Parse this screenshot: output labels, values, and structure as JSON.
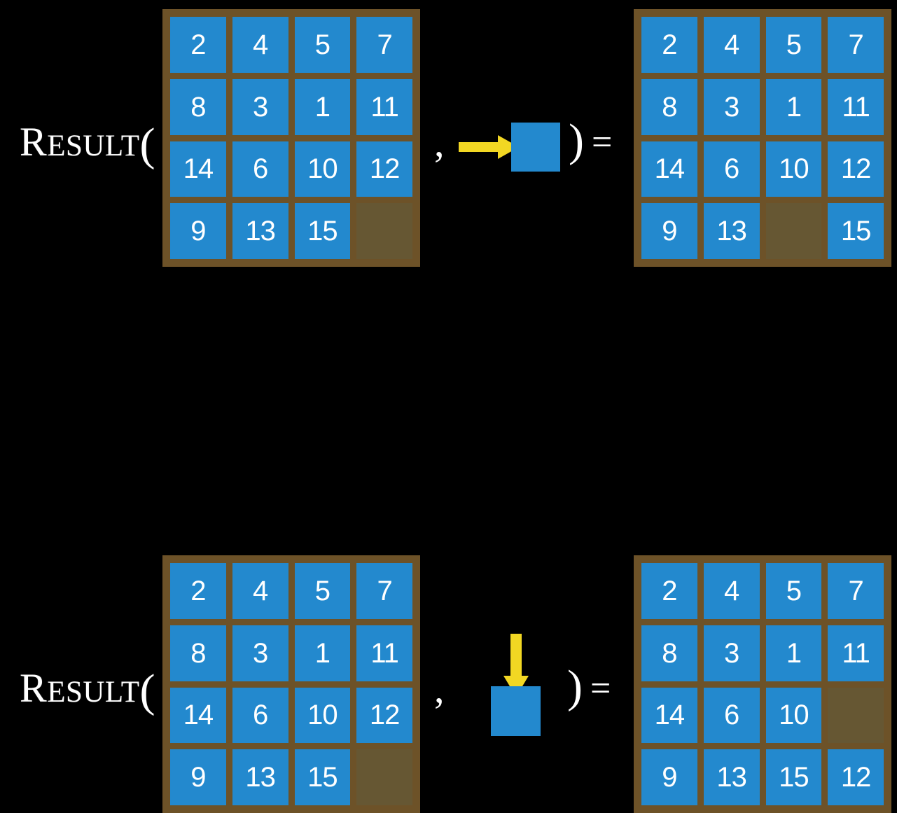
{
  "page": {
    "title": "Sliding puzzle RESULT function illustration",
    "background_color": "#000000"
  },
  "colors": {
    "tile_blue": "#2389ce",
    "board_brown": "#6d5228",
    "empty_cell_brown": "#665733",
    "arrow_yellow": "#f2d723",
    "text_white": "#ffffff"
  },
  "labels": {
    "result_cap": "R",
    "result_small": "ESULT",
    "open_paren": "(",
    "comma": ",",
    "close_paren": ")",
    "equals": "="
  },
  "equations": [
    {
      "id": "equation-slide-right",
      "result_label": "RESULT(",
      "input_board": {
        "name": "initial-state-top",
        "rows": [
          [
            "2",
            "4",
            "5",
            "7"
          ],
          [
            "8",
            "3",
            "1",
            "11"
          ],
          [
            "14",
            "6",
            "10",
            "12"
          ],
          [
            "9",
            "13",
            "15",
            ""
          ]
        ]
      },
      "operand": {
        "name": "move-right",
        "arrow_direction": "right",
        "arrow_icon": "arrow-right-icon",
        "square_label": ""
      },
      "output_board": {
        "name": "result-state-top",
        "rows": [
          [
            "2",
            "4",
            "5",
            "7"
          ],
          [
            "8",
            "3",
            "1",
            "11"
          ],
          [
            "14",
            "6",
            "10",
            "12"
          ],
          [
            "9",
            "13",
            "",
            "15"
          ]
        ]
      }
    },
    {
      "id": "equation-slide-down",
      "result_label": "RESULT(",
      "input_board": {
        "name": "initial-state-bottom",
        "rows": [
          [
            "2",
            "4",
            "5",
            "7"
          ],
          [
            "8",
            "3",
            "1",
            "11"
          ],
          [
            "14",
            "6",
            "10",
            "12"
          ],
          [
            "9",
            "13",
            "15",
            ""
          ]
        ]
      },
      "operand": {
        "name": "move-down",
        "arrow_direction": "down",
        "arrow_icon": "arrow-down-icon",
        "square_label": ""
      },
      "output_board": {
        "name": "result-state-bottom",
        "rows": [
          [
            "2",
            "4",
            "5",
            "7"
          ],
          [
            "8",
            "3",
            "1",
            "11"
          ],
          [
            "14",
            "6",
            "10",
            ""
          ],
          [
            "9",
            "13",
            "15",
            "12"
          ]
        ]
      }
    }
  ]
}
